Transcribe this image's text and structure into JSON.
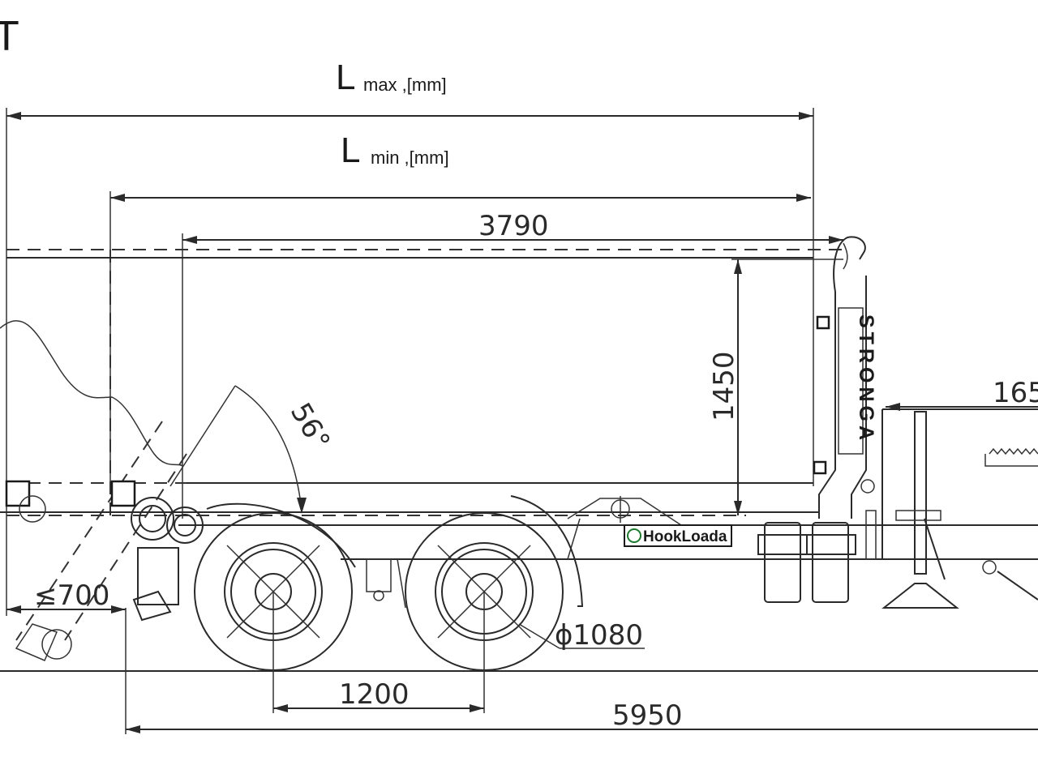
{
  "labels": {
    "corner_mark": "T",
    "l_max_main": "L",
    "l_max_sub": "max ,[mm]",
    "l_min_main": "L",
    "l_min_sub": "min ,[mm]",
    "dim_3790": "3790",
    "dim_1450": "1450",
    "dim_angle": "56°",
    "dim_700": "≤700",
    "dim_wheel": "ϕ1080",
    "dim_1200": "1200",
    "dim_5950": "5950",
    "dim_165": "165",
    "brand_vertical": "STRONGA",
    "brand_plate": "HookLoada"
  },
  "colors": {
    "line": "#2a2a2a",
    "brand_green": "#1e7a2e",
    "background": "#ffffff"
  }
}
